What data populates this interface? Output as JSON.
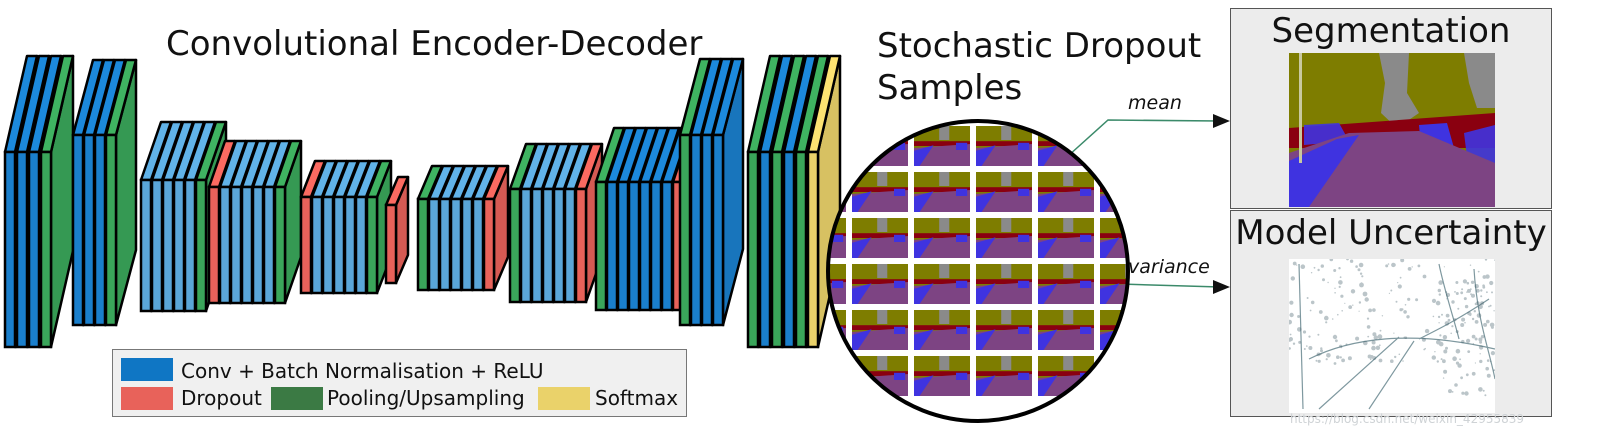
{
  "title": "Convolutional Encoder-Decoder",
  "dropout_title": [
    "Stochastic Dropout",
    "Samples"
  ],
  "arrows": {
    "mean": "mean",
    "variance": "variance"
  },
  "panels": {
    "segmentation": "Segmentation",
    "uncertainty": "Model Uncertainty"
  },
  "legend": {
    "conv": "Conv + Batch Normalisation + ReLU",
    "dropout": "Dropout",
    "pool": "Pooling/Upsampling",
    "softmax": "Softmax"
  },
  "colors": {
    "conv": "#1a7fcc",
    "conv_light": "#5aa6d8",
    "dropout": "#e8625a",
    "pool": "#3aa65a",
    "pool_dark": "#3b7a44",
    "softmax": "#ead26a",
    "road": "#7d4483",
    "sky": "#8a8a8a",
    "tree": "#7e7d00",
    "car": "#3f33e0",
    "red": "#8a0010",
    "legend_conv": "#0f76c4"
  },
  "watermark": "https://blog.csdn.net/weixin_42955839"
}
